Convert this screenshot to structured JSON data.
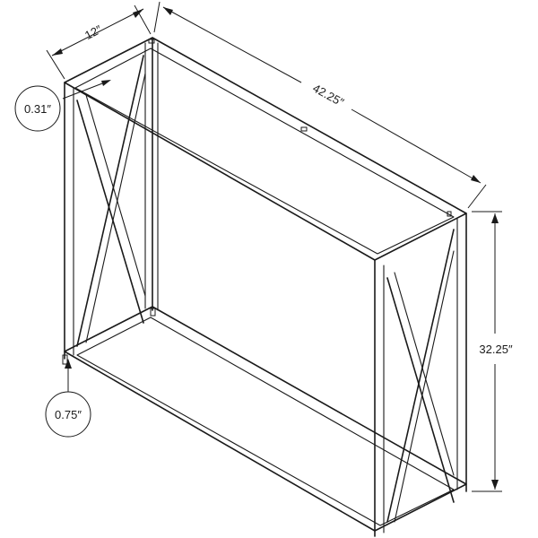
{
  "dimensions": {
    "depth": "12″",
    "width": "42.25″",
    "height": "32.25″"
  },
  "callouts": {
    "tube": "0.31″",
    "foot": "0.75″"
  }
}
